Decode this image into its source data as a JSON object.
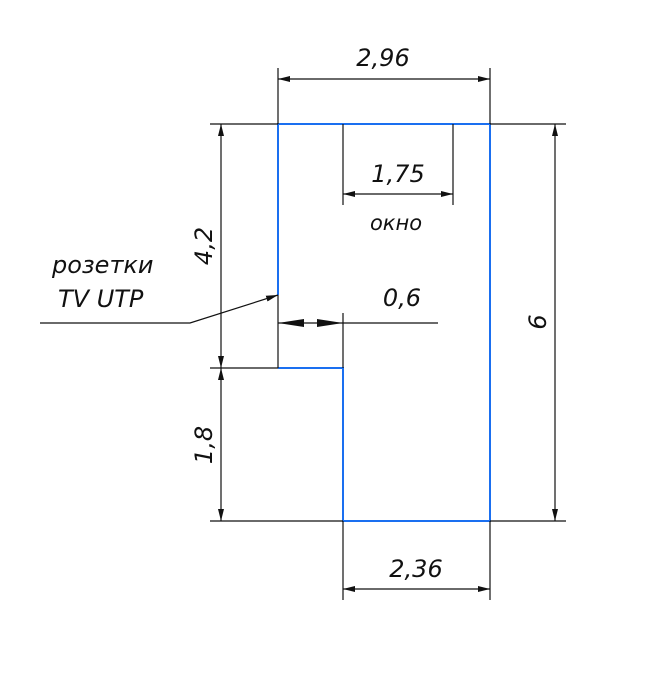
{
  "dimensions": {
    "top_width": "2,96",
    "window_width": "1,75",
    "window_label": "окно",
    "left_upper_height": "4,2",
    "notch_width": "0,6",
    "total_height": "6",
    "left_lower_height": "1,8",
    "bottom_width": "2,36"
  },
  "annotation": {
    "line1": "розетки",
    "line2": "TV UTP"
  },
  "colors": {
    "outline": "#1a6ff0",
    "dimension": "#111111"
  }
}
